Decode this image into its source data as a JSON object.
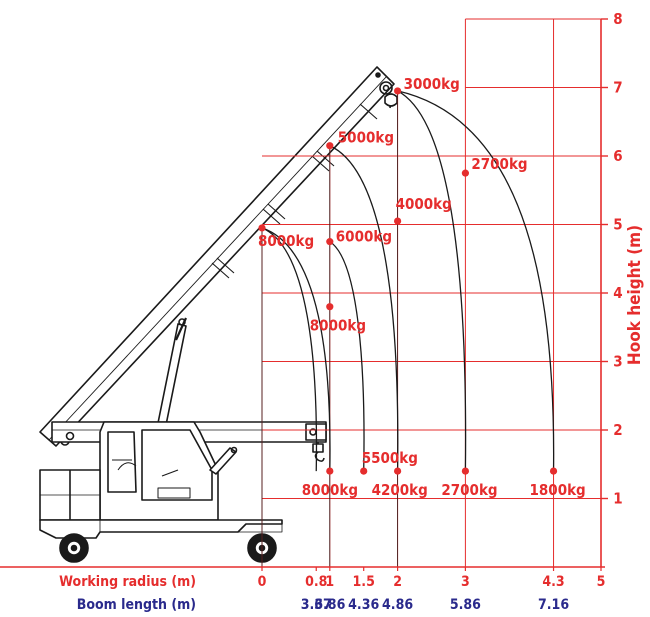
{
  "colors": {
    "accent": "#e52d2d",
    "boom_length": "#2a2a8c",
    "line": "#1a1a1a"
  },
  "chart_data": {
    "type": "load-chart",
    "ylabel": "Hook height (m)",
    "xlabel": "Working radius (m)",
    "boom_length_label": "Boom length (m)",
    "ylim": [
      0,
      8
    ],
    "xlim": [
      0,
      5
    ],
    "y_ticks": [
      "1",
      "2",
      "3",
      "4",
      "5",
      "6",
      "7",
      "8"
    ],
    "x_ticks": [
      {
        "label": "0",
        "value": 0
      },
      {
        "label": "0.8",
        "value": 0.8
      },
      {
        "label": "1",
        "value": 1
      },
      {
        "label": "1.5",
        "value": 1.5
      },
      {
        "label": "2",
        "value": 2
      },
      {
        "label": "3",
        "value": 3
      },
      {
        "label": "4.3",
        "value": 4.3
      },
      {
        "label": "5",
        "value": 5
      }
    ],
    "boom_lengths": [
      {
        "label": "3.67",
        "radius": 0.8
      },
      {
        "label": "3.86",
        "radius": 1
      },
      {
        "label": "4.36",
        "radius": 1.5
      },
      {
        "label": "4.86",
        "radius": 2
      },
      {
        "label": "5.86",
        "radius": 3
      },
      {
        "label": "7.16",
        "radius": 4.3
      }
    ],
    "load_points": [
      {
        "label": "3000kg",
        "radius": 2.0,
        "height": 6.95
      },
      {
        "label": "5000kg",
        "radius": 1.0,
        "height": 6.15
      },
      {
        "label": "2700kg",
        "radius": 3.0,
        "height": 5.75
      },
      {
        "label": "4000kg",
        "radius": 2.0,
        "height": 5.05
      },
      {
        "label": "8000kg",
        "radius": 0.0,
        "height": 4.95
      },
      {
        "label": "6000kg",
        "radius": 1.0,
        "height": 4.75
      },
      {
        "label": "8000kg",
        "radius": 1.0,
        "height": 3.8
      },
      {
        "label": "5500kg",
        "radius": 1.5,
        "height": 1.4
      },
      {
        "label": "8000kg",
        "radius": 1.0,
        "height": 1.4
      },
      {
        "label": "4200kg",
        "radius": 2.0,
        "height": 1.4
      },
      {
        "label": "2700kg",
        "radius": 3.0,
        "height": 1.4
      },
      {
        "label": "1800kg",
        "radius": 4.3,
        "height": 1.4
      }
    ]
  }
}
